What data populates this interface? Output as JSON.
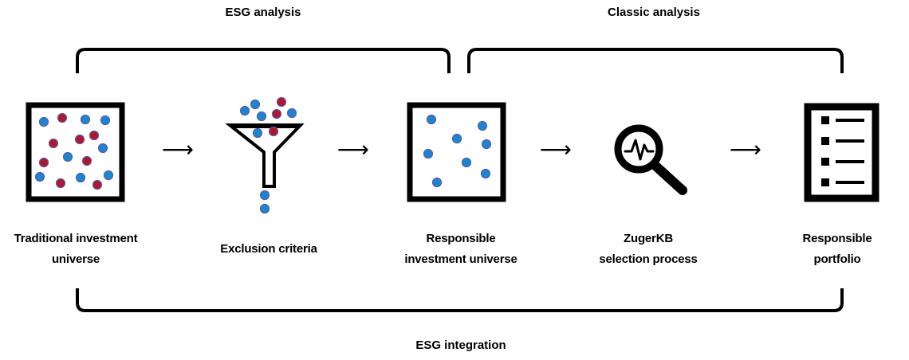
{
  "headers": {
    "esg_analysis": "ESG analysis",
    "classic_analysis": "Classic analysis",
    "esg_integration": "ESG integration"
  },
  "steps": [
    {
      "line1": "Traditional investment",
      "line2": "universe",
      "icon": "mixed-dots-box-icon"
    },
    {
      "line1": "Exclusion criteria",
      "line2": "",
      "icon": "funnel-icon"
    },
    {
      "line1": "Responsible",
      "line2": "investment universe",
      "icon": "blue-dots-box-icon"
    },
    {
      "line1": "ZugerKB",
      "line2": "selection process",
      "icon": "magnifier-pulse-icon"
    },
    {
      "line1": "Responsible",
      "line2": "portfolio",
      "icon": "checklist-icon"
    }
  ],
  "arrow_glyph": "⟶",
  "colors": {
    "blue_dot": "#1a86d0",
    "red_dot": "#b0162c",
    "dot_outline": "#5a5aa8",
    "stroke": "#000000"
  }
}
